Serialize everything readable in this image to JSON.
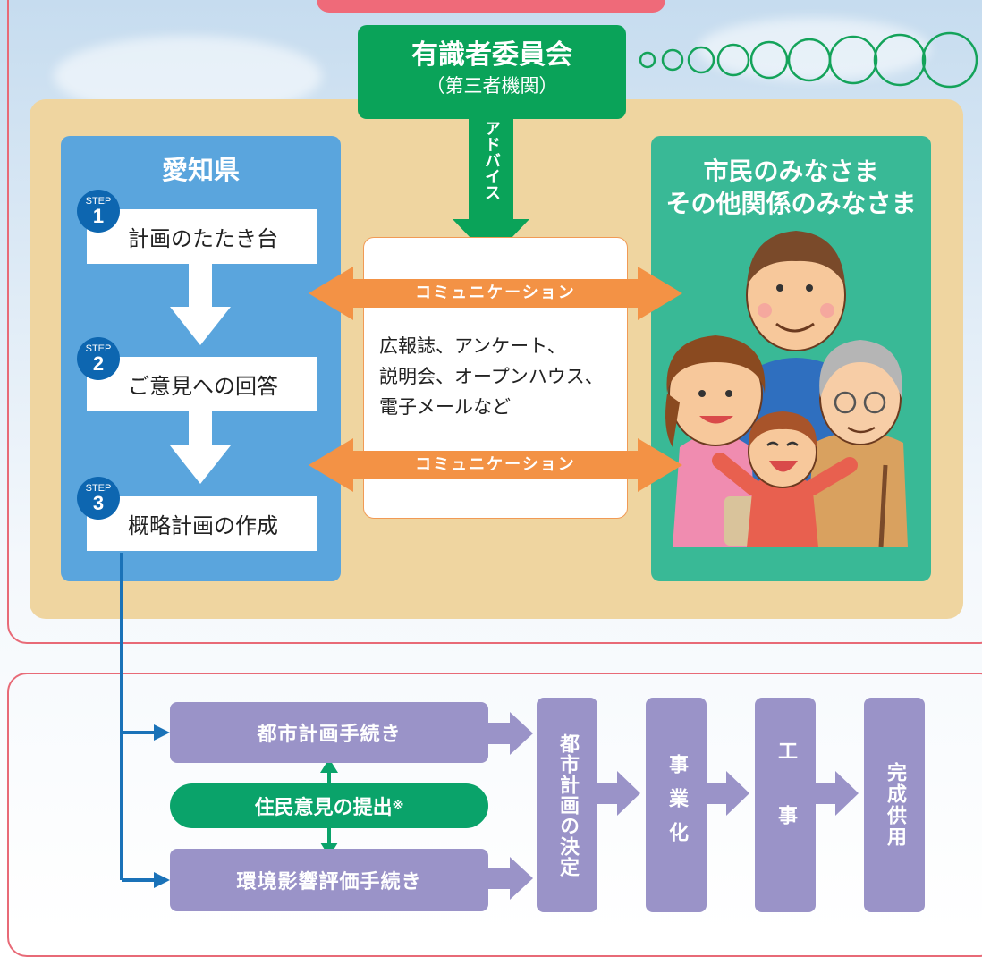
{
  "top_box": {
    "title": "有識者委員会",
    "subtitle": "（第三者機関）"
  },
  "advice_label": "アドバイス",
  "prefecture": {
    "title": "愛知県",
    "steps": [
      {
        "badge_word": "STEP",
        "number": "1",
        "label": "計画のたたき台"
      },
      {
        "badge_word": "STEP",
        "number": "2",
        "label": "ご意見への回答"
      },
      {
        "badge_word": "STEP",
        "number": "3",
        "label": "概略計画の作成"
      }
    ]
  },
  "citizens": {
    "title_line1": "市民のみなさま",
    "title_line2": "その他関係のみなさま"
  },
  "communication_label_1": "コミュニケーション",
  "communication_label_2": "コミュニケーション",
  "methods": [
    "広報誌、アンケート、",
    "説明会、オープンハウス、",
    "電子メールなど"
  ],
  "procedures": {
    "urban_planning": "都市計画手続き",
    "environmental": "環境影響評価手続き",
    "opinion": "住民意見の提出",
    "opinion_mark": "※"
  },
  "stages": [
    "都市計画の決定",
    "事業化",
    "工事",
    "完成供用"
  ],
  "colors": {
    "frame": "#e86a77",
    "beige": "#efd5a0",
    "prefecture_blue": "#5aa5dd",
    "citizen_green": "#39b996",
    "committee_green": "#0aa359",
    "communication_orange": "#f39245",
    "step_badge": "#0d66b0",
    "procedure_purple": "#9a93c8",
    "flow_line_blue": "#1a72b8"
  },
  "icons": [
    "down-arrow-icon",
    "double-arrow-icon",
    "family-illustration",
    "bubble-circles-icon"
  ]
}
